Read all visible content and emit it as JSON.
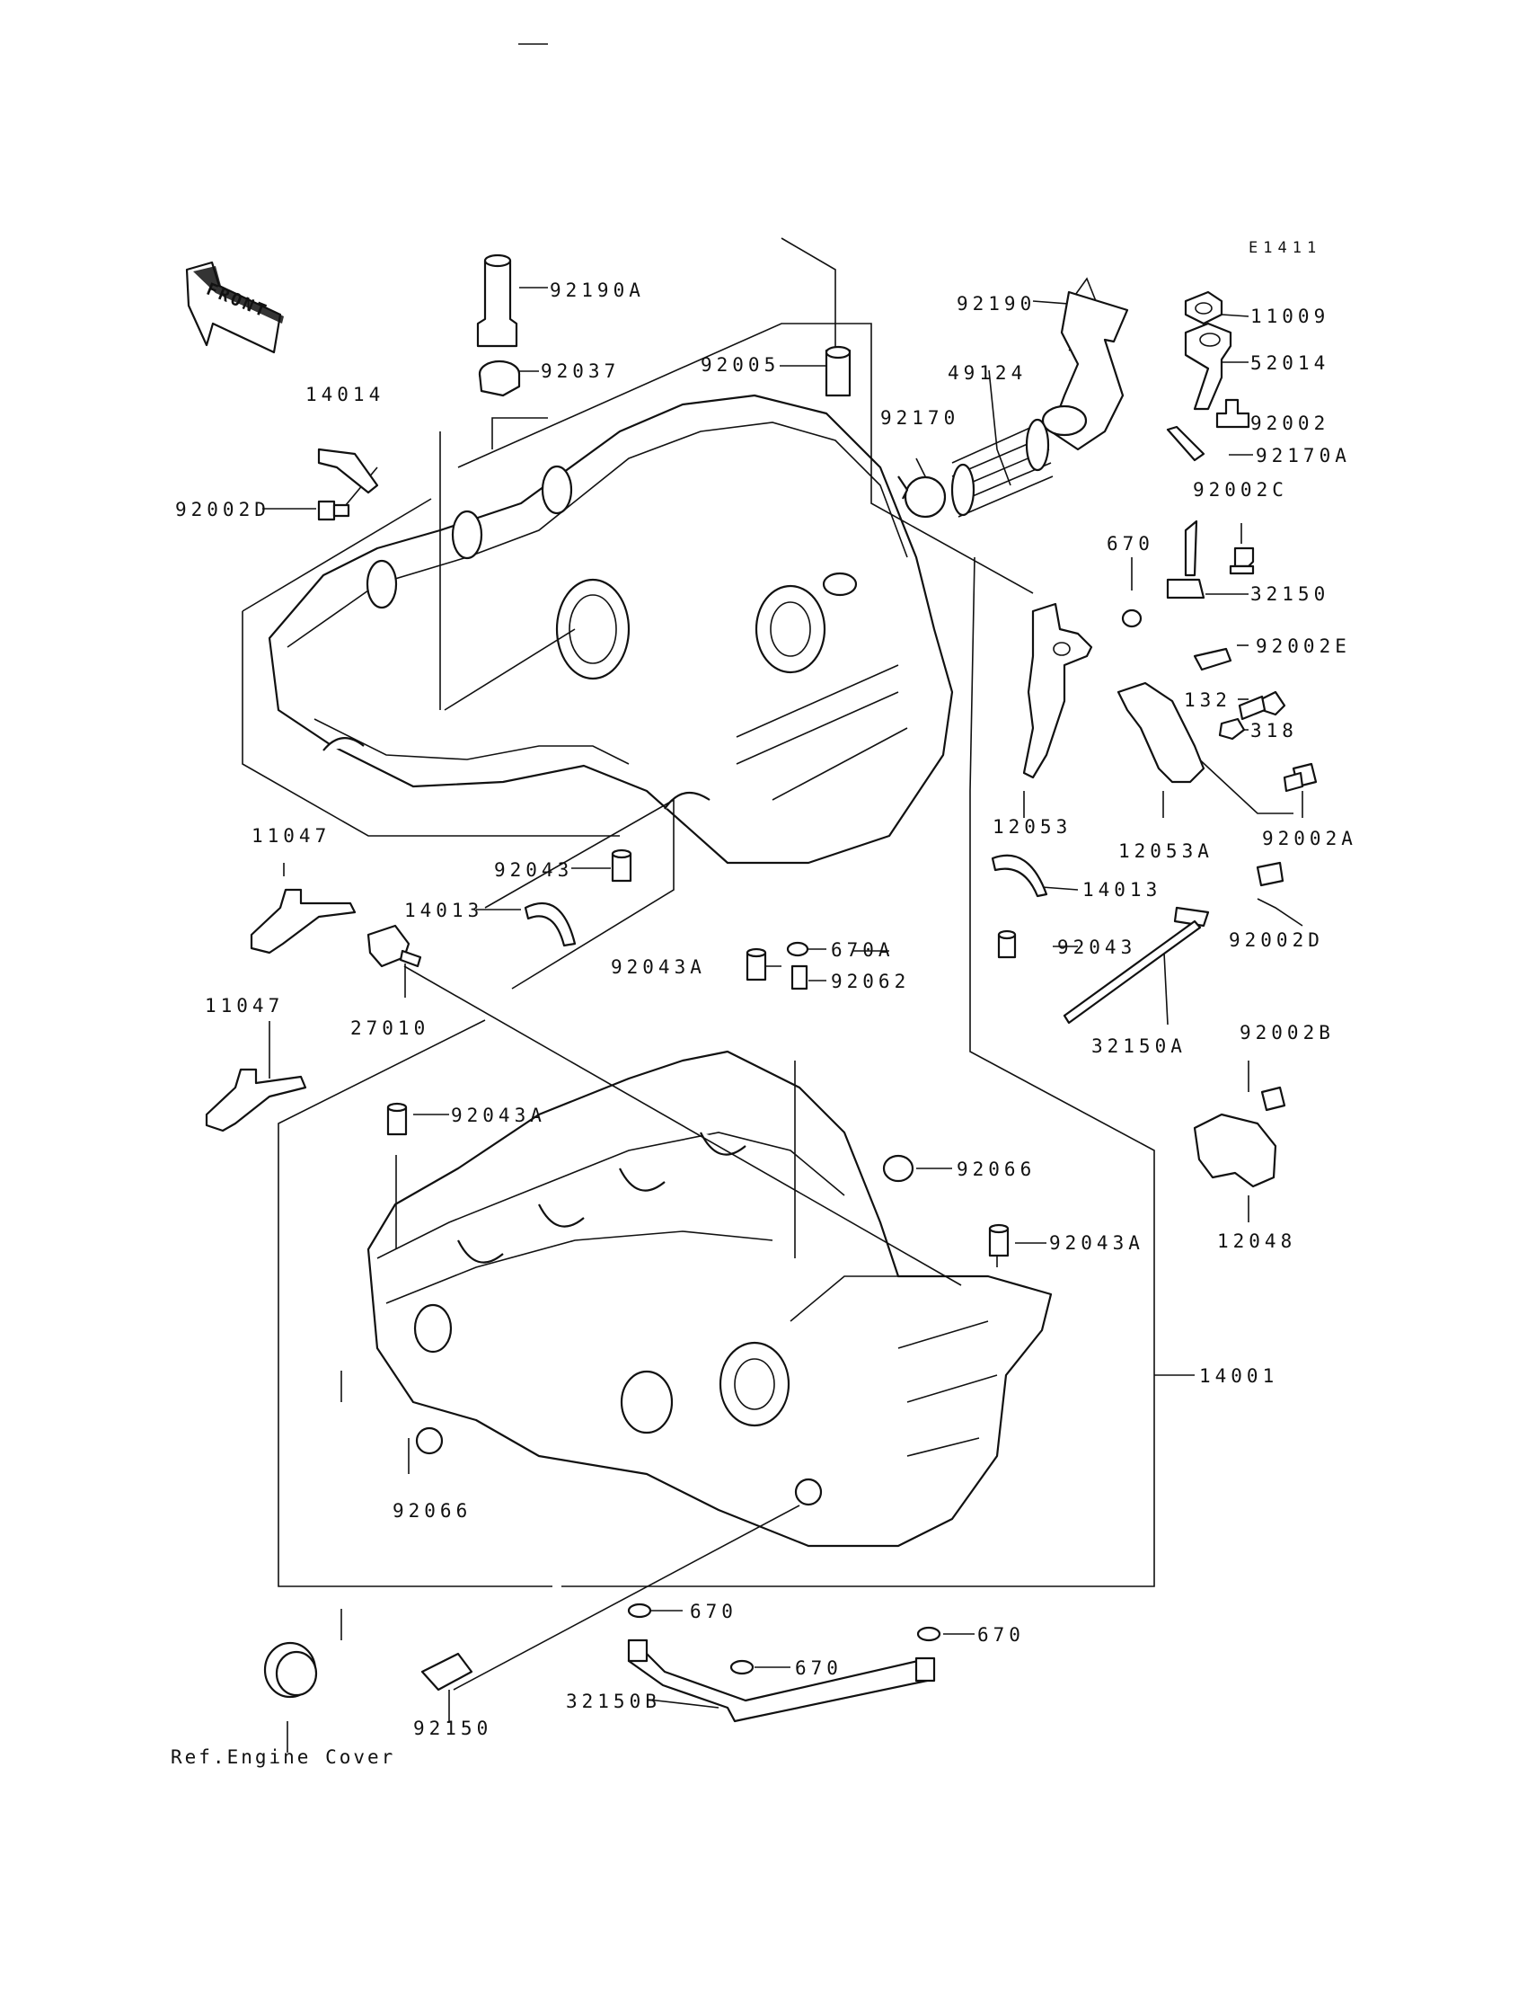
{
  "drawing_code": "E1411",
  "front_label": "FRONT",
  "ref_note": "Ref.Engine Cover",
  "parts": {
    "p92190A": "92190A",
    "p92037": "92037",
    "p92005": "92005",
    "p92190": "92190",
    "p49124": "49124",
    "p92170": "92170",
    "p11009": "11009",
    "p52014": "52014",
    "p92002": "92002",
    "p92170A": "92170A",
    "p92002C": "92002C",
    "p14014": "14014",
    "p92002D_a": "92002D",
    "p670_a": "670",
    "p32150": "32150",
    "p92002E": "92002E",
    "p132": "132",
    "p318": "318",
    "p12053": "12053",
    "p12053A": "12053A",
    "p92002A": "92002A",
    "p11047_a": "11047",
    "p92043_a": "92043",
    "p14013_a": "14013",
    "p14013_b": "14013",
    "p92002D_b": "92002D",
    "p92043_b": "92043",
    "p670A": "670A",
    "p92043A_a": "92043A",
    "p92062": "92062",
    "p27010": "27010",
    "p11047_b": "11047",
    "p32150A": "32150A",
    "p92002B": "92002B",
    "p92043A_b": "92043A",
    "p92066_a": "92066",
    "p12048": "12048",
    "p92043A_c": "92043A",
    "p14001": "14001",
    "p92066_b": "92066",
    "p670_b": "670",
    "p670_c": "670",
    "p670_d": "670",
    "p32150B": "32150B",
    "p92150": "92150"
  }
}
